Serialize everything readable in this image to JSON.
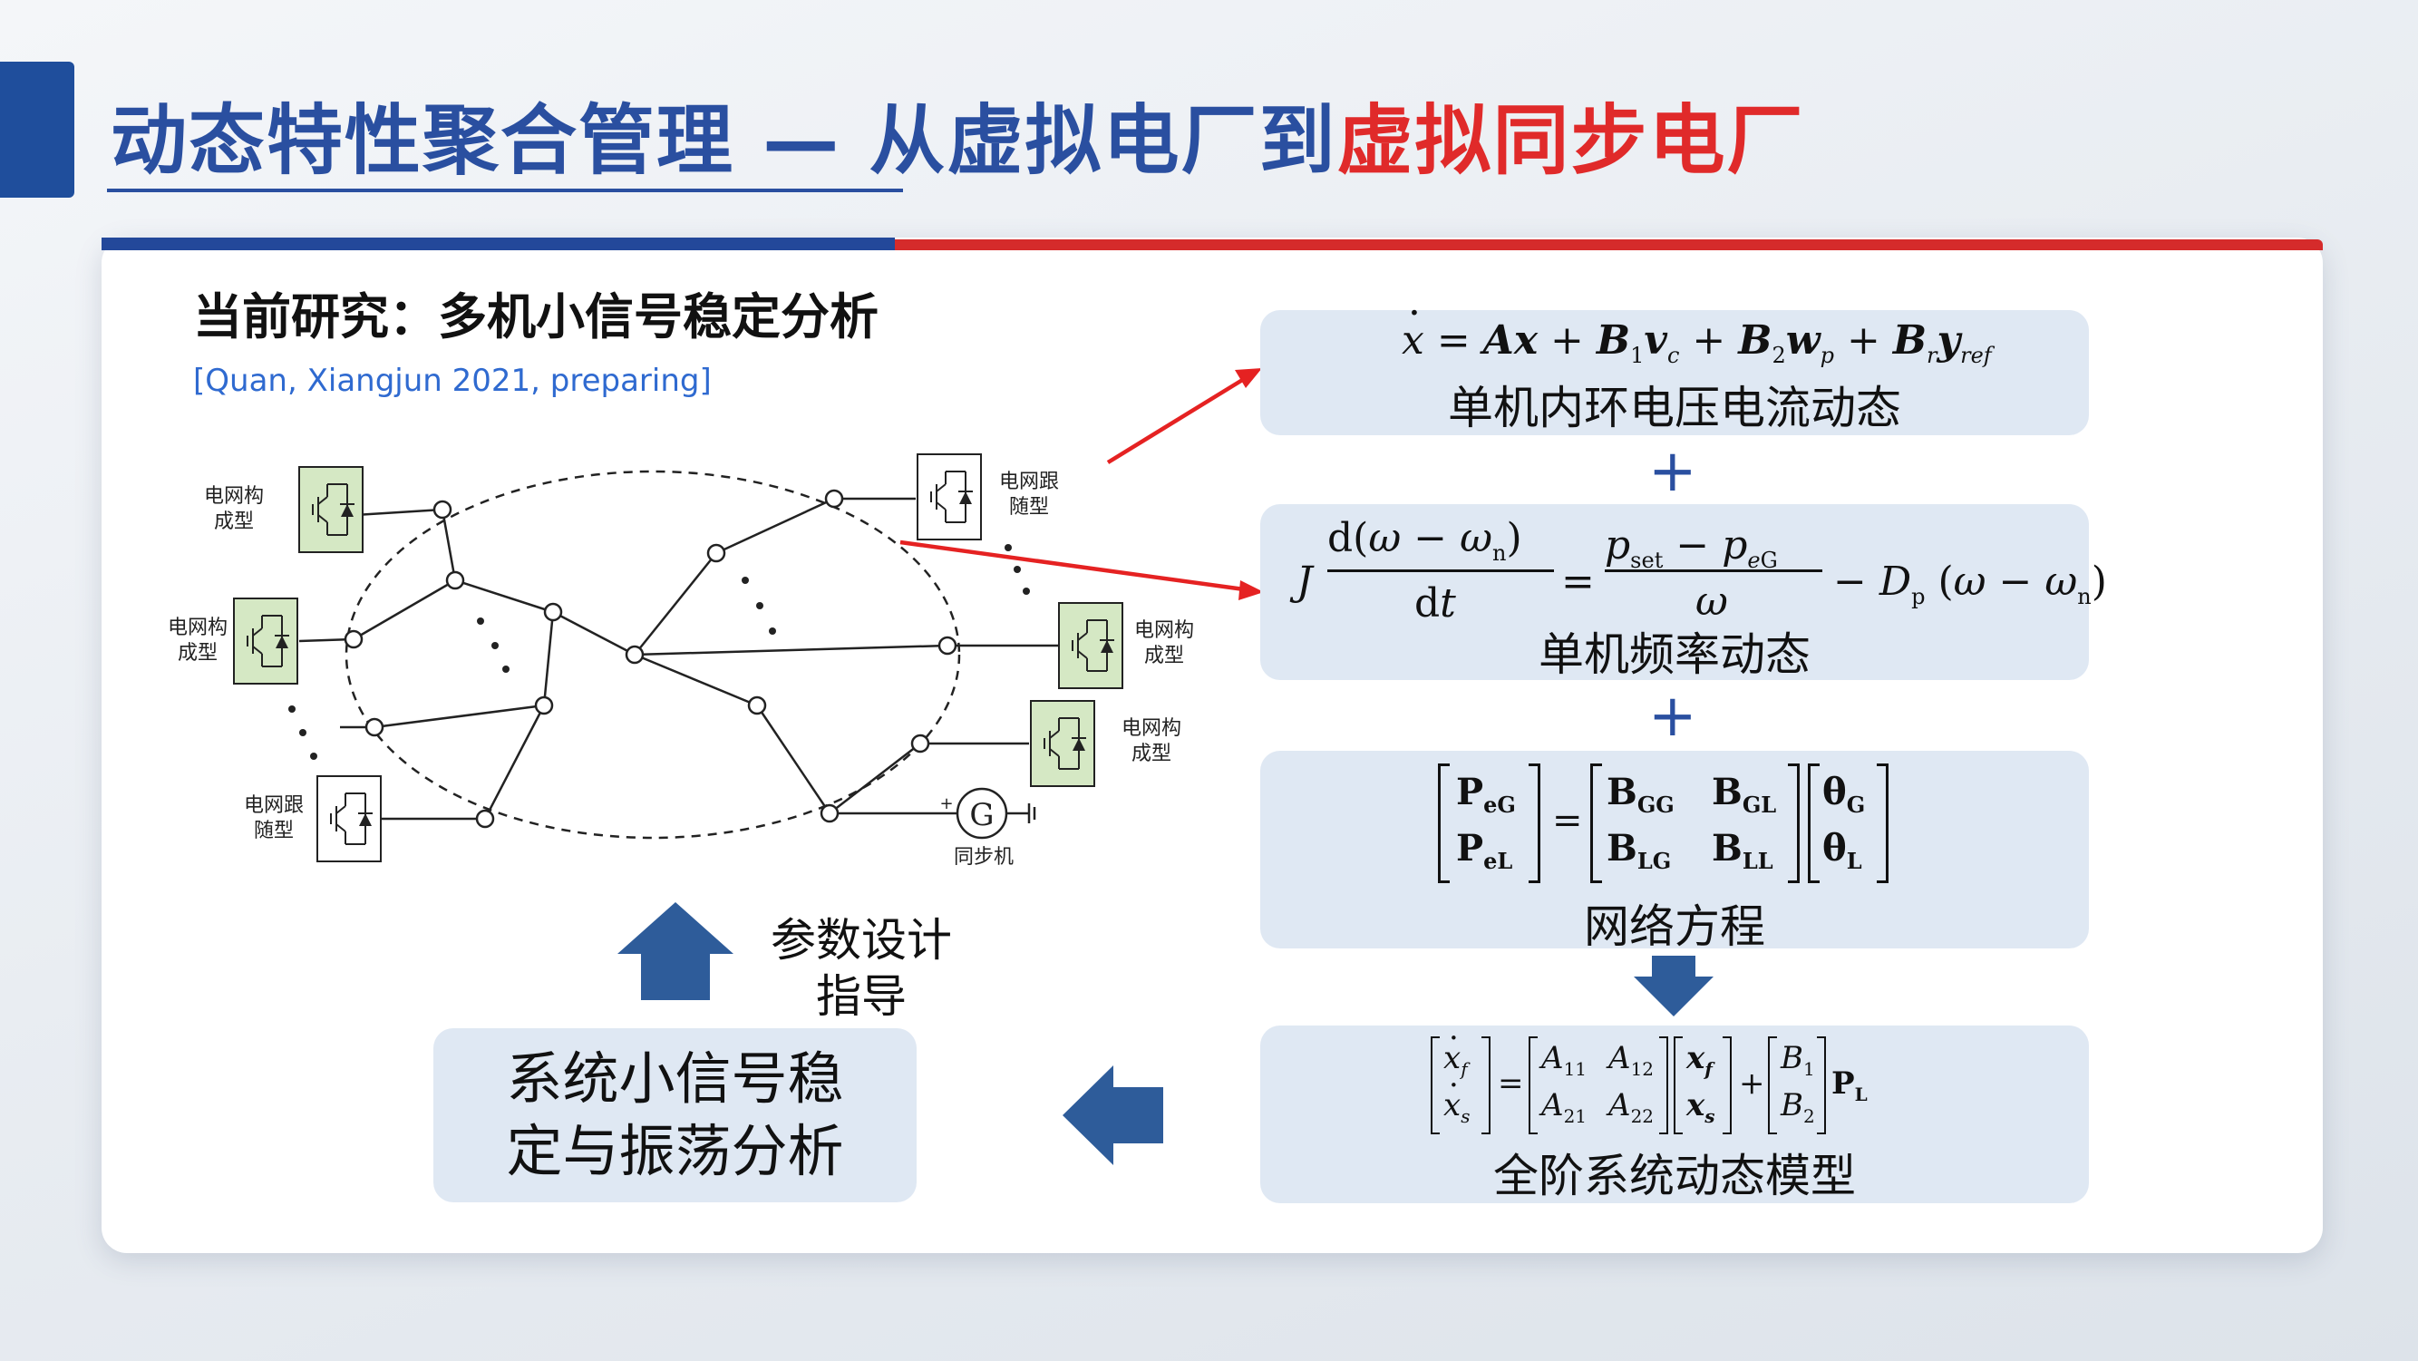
{
  "header": {
    "title_main": "动态特性聚合管理 — 从虚拟电厂到",
    "title_highlight": "虚拟同步电厂"
  },
  "study": {
    "subtitle": "当前研究：多机小信号稳定分析",
    "citation": "[Quan, Xiangjun 2021, preparing]"
  },
  "diagram": {
    "labels": {
      "gf_1": [
        "电网构",
        "成型"
      ],
      "gf_2": [
        "电网构",
        "成型"
      ],
      "gl_1": [
        "电网跟",
        "随型"
      ],
      "gl_2": [
        "电网跟",
        "随型"
      ],
      "gf_3": [
        "电网构",
        "成型"
      ],
      "gf_4": [
        "电网构",
        "成型"
      ],
      "synchronous_machine": "同步机",
      "generator_symbol": "G",
      "plus_sign": "+"
    }
  },
  "equations": {
    "inner_loop": {
      "caption": "单机内环电压电流动态"
    },
    "frequency": {
      "caption": "单机频率动态"
    },
    "network": {
      "caption": "网络方程"
    },
    "full_order": {
      "caption": "全阶系统动态模型"
    },
    "plus_symbol": "+"
  },
  "analysis": {
    "line1": "系统小信号稳",
    "line2": "定与振荡分析"
  },
  "guidance": {
    "line1": "参数设计",
    "line2": "指导"
  },
  "colors": {
    "brand_blue": "#2a4fa0",
    "highlight_red": "#e02a2a",
    "box_fill": "#dfe8f3",
    "converter_green": "#d5e8c4",
    "arrow_blue": "#2e5c9a"
  }
}
